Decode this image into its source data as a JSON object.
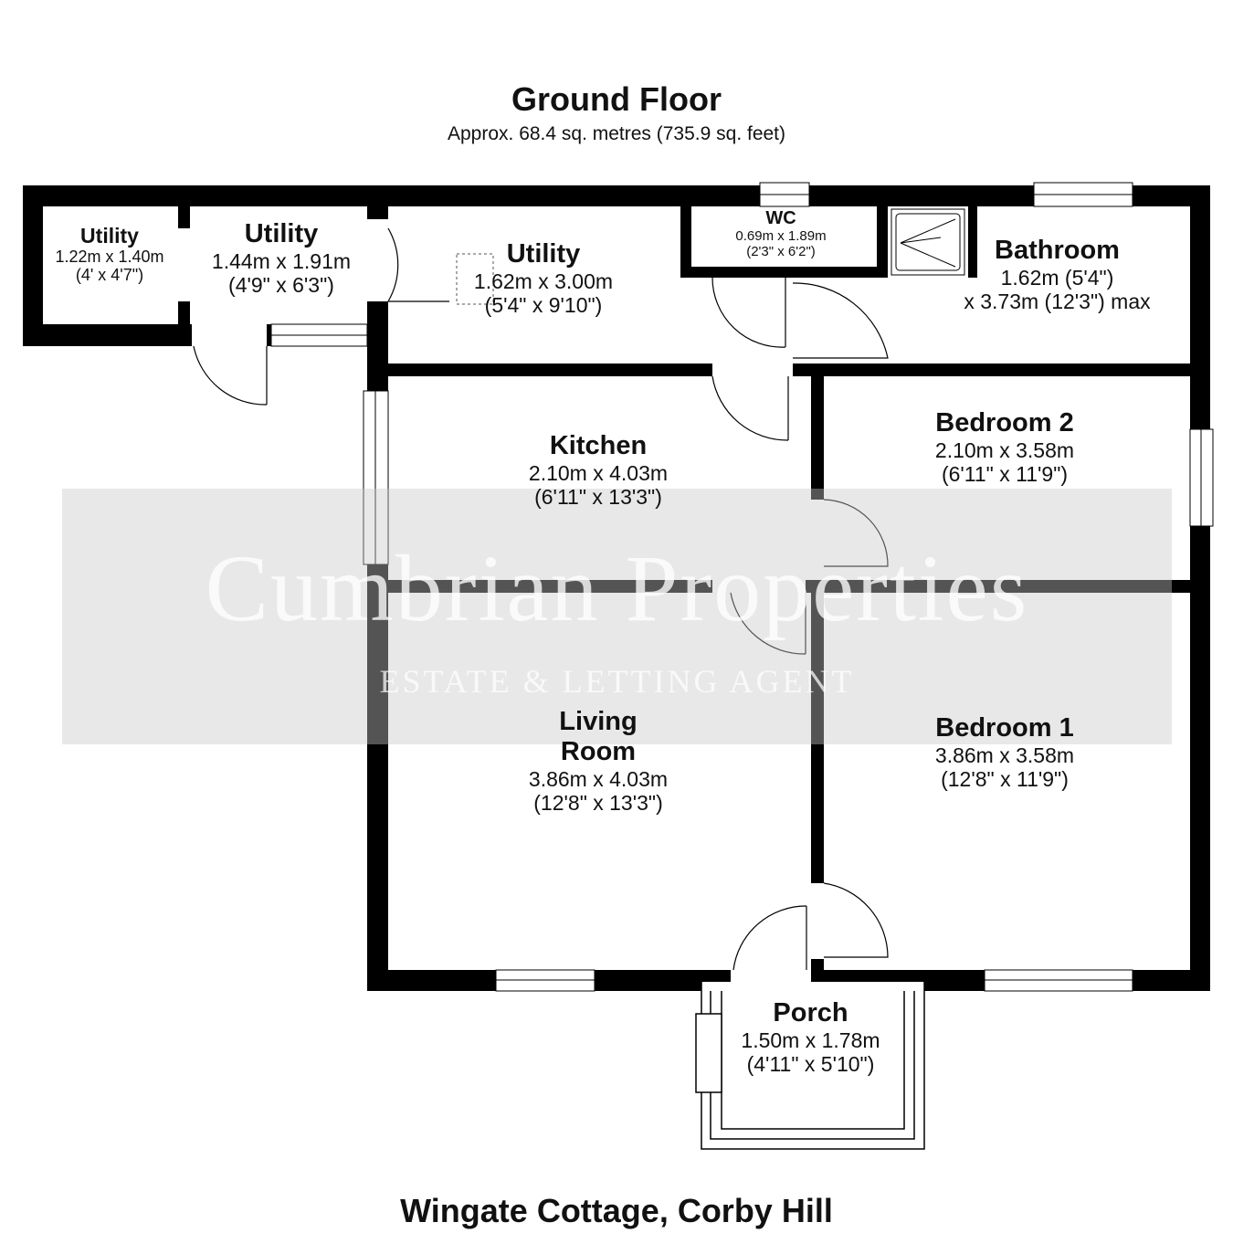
{
  "header": {
    "title": "Ground Floor",
    "subtitle": "Approx. 68.4 sq. metres (735.9 sq. feet)"
  },
  "footer": {
    "address": "Wingate Cottage, Corby Hill"
  },
  "watermark": {
    "name": "Cumbrian Properties",
    "tagline": "ESTATE & LETTING AGENT"
  },
  "rooms": {
    "utility_small": {
      "name": "Utility",
      "size_m": "1.22m x 1.40m",
      "size_ft": "(4' x 4'7\")"
    },
    "utility_mid": {
      "name": "Utility",
      "size_m": "1.44m x 1.91m",
      "size_ft": "(4'9\" x 6'3\")"
    },
    "utility_large": {
      "name": "Utility",
      "size_m": "1.62m x 3.00m",
      "size_ft": "(5'4\" x 9'10\")"
    },
    "wc": {
      "name": "WC",
      "size_m": "0.69m x 1.89m",
      "size_ft": "(2'3\" x 6'2\")"
    },
    "bathroom": {
      "name": "Bathroom",
      "size_m": "1.62m (5'4\")",
      "size_ft": "x 3.73m (12'3\") max"
    },
    "kitchen": {
      "name": "Kitchen",
      "size_m": "2.10m x 4.03m",
      "size_ft": "(6'11\" x 13'3\")"
    },
    "bedroom2": {
      "name": "Bedroom 2",
      "size_m": "2.10m x 3.58m",
      "size_ft": "(6'11\" x 11'9\")"
    },
    "living_room": {
      "name": "Living Room",
      "size_m": "3.86m x 4.03m",
      "size_ft": "(12'8\" x 13'3\")"
    },
    "bedroom1": {
      "name": "Bedroom 1",
      "size_m": "3.86m x 3.58m",
      "size_ft": "(12'8\" x 11'9\")"
    },
    "porch": {
      "name": "Porch",
      "size_m": "1.50m x 1.78m",
      "size_ft": "(4'11\" x 5'10\")"
    }
  },
  "colors": {
    "wall": "#000000",
    "background": "#ffffff",
    "watermark_band": "#c8c8c8"
  }
}
